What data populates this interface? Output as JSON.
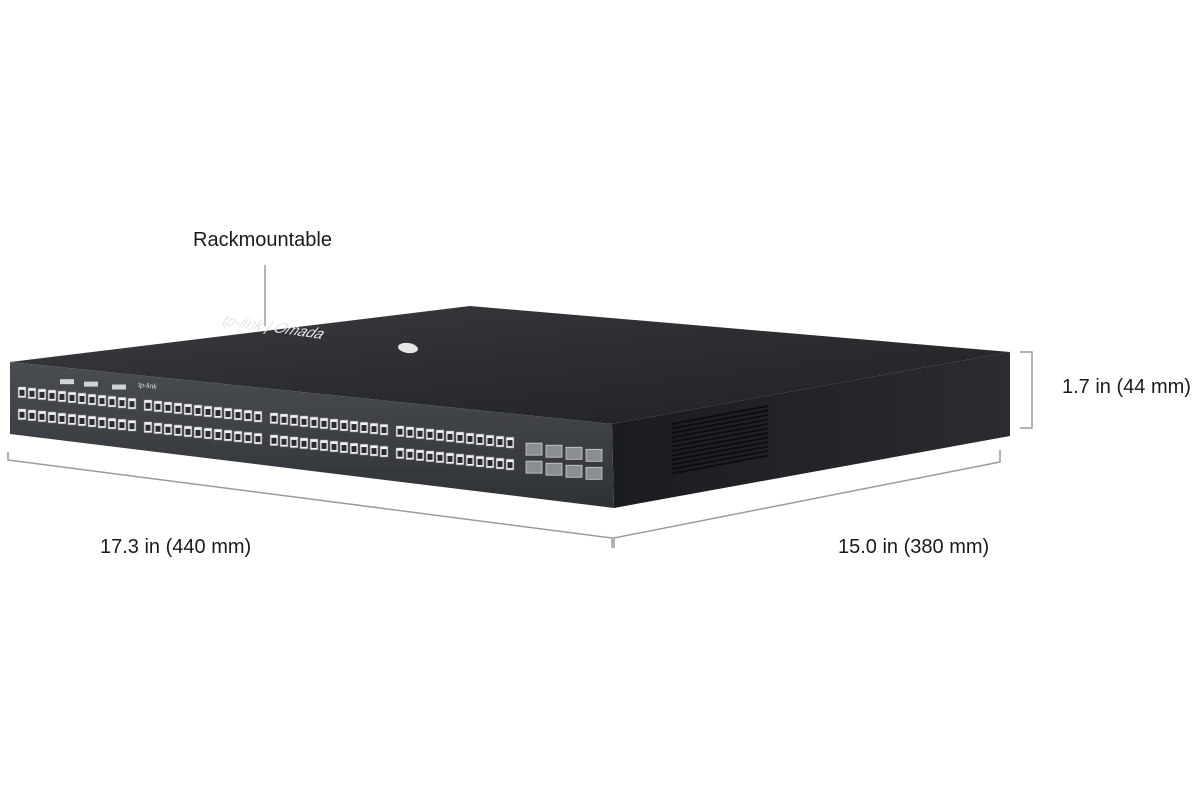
{
  "labels": {
    "rackmountable": "Rackmountable",
    "height": "1.7 in (44 mm)",
    "width": "17.3 in (440 mm)",
    "depth": "15.0 in (380 mm)"
  },
  "device": {
    "logo_text": "tp-link | Omada",
    "front_logo": "tp-link"
  },
  "colors": {
    "top_panel": "#2b2d30",
    "front_panel": "#3d4044",
    "side_panel": "#1d1f22",
    "port_fill": "#f2f2f2",
    "dimension_line": "#9a9a9a"
  }
}
